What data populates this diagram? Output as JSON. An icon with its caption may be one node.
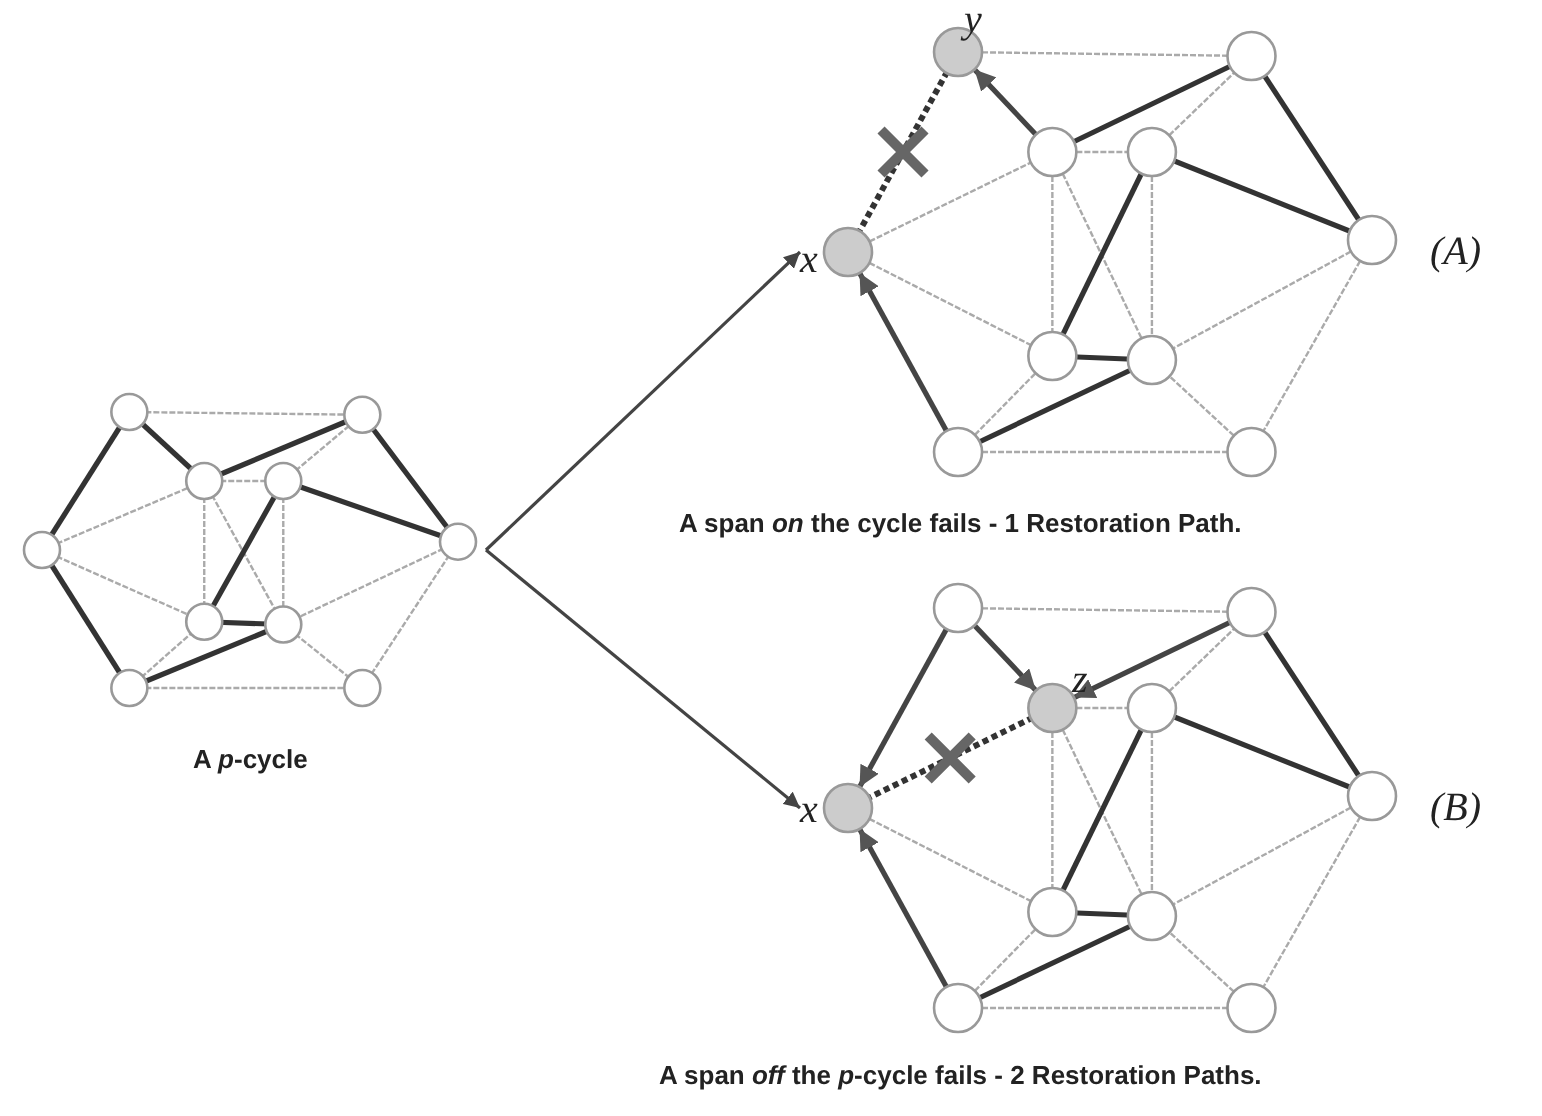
{
  "diagram": {
    "nodes": [
      {
        "text": [],
        "shape": "picture",
        "beside": [
          "A *p*-cycle"
        ]
      },
      {
        "text": [],
        "shape": "picture",
        "beside": [
          "A span *on* the cycle fails - 1 Restoration Path.",
          "(A)"
        ]
      },
      {
        "text": [],
        "shape": "picture",
        "beside": [
          "A span *off* the *p*-cycle fails - 2 Restoration Paths.",
          "(B)"
        ]
      }
    ],
    "edges": [
      {
        "from": 0,
        "to": 1,
        "arrow": "to"
      },
      {
        "from": 0,
        "to": 2,
        "arrow": "to"
      }
    ],
    "labels": [
      "y",
      "x",
      "z",
      "x"
    ]
  }
}
